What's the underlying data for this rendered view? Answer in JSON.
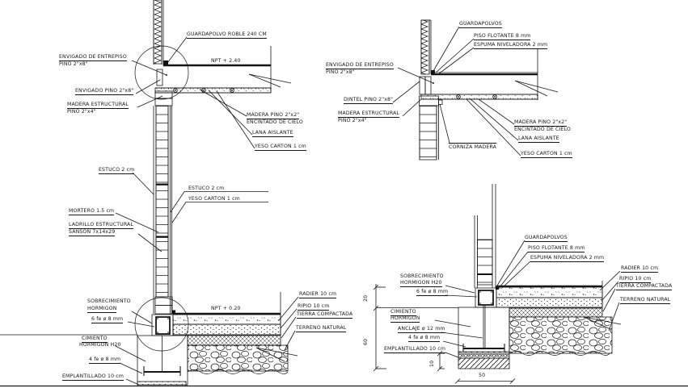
{
  "drawing": {
    "type": "architectural construction details - timber/brick wall, floor and foundation sections",
    "background": "#ffffff",
    "line_color": "#161616"
  },
  "details": {
    "top_left": {
      "labels": {
        "guardapolvo_roble": "GUARDAPOLVO ROBLE 240 CM",
        "envigado_entrepiso_1": "ENVIGADO DE ENTREPISO",
        "envigado_entrepiso_2": "PINO 2\"x8\"",
        "npt": "NPT + 2.40",
        "envigado_pino": "ENVIGADO PINO 2\"x8\"",
        "madera_estructural_1": "MADERA ESTRUCTURAL",
        "madera_estructural_2": "PINO 2\"x4\"",
        "madera_pino_1": "MADERA PINO 2\"x2\"",
        "madera_pino_2": "ENCINTADO DE CIELO",
        "lana_aislante": "LANA AISLANTE",
        "yeso_carton": "YESO CARTON 1 cm",
        "estuco_izq": "ESTUCO 2 cm",
        "estuco_der": "ESTUCO 2 cm",
        "yeso_carton_der": "YESO CARTON 1 cm",
        "mortero": "MORTERO 1.5 cm",
        "ladrillo_1": "LADRILLO ESTRUCTURAL",
        "ladrillo_2": "SANSON 7x14x29"
      }
    },
    "top_right": {
      "labels": {
        "guardapolvos": "GUARDAPOLVOS",
        "piso_flotante": "PISO FLOTANTE 8 mm",
        "espuma": "ESPUMA NIVELADORA 2 mm",
        "envigado_entrepiso_1": "ENVIGADO DE ENTREPISO",
        "envigado_entrepiso_2": "PINO 2\"x8\"",
        "dintel": "DINTEL PINO 2\"x8\"",
        "madera_estructural_1": "MADERA ESTRUCTURAL",
        "madera_estructural_2": "PINO 2\"x4\"",
        "corniza": "CORNIZA MADERA",
        "madera_pino_1": "MADERA PINO 2\"x2\"",
        "madera_pino_2": "ENCINTADO DE CIELO",
        "lana_aislante": "LANA AISLANTE",
        "yeso_carton": "YESO CARTON 1 cm"
      }
    },
    "bottom_left": {
      "labels": {
        "sobrecimiento_1": "SOBRECIMIENTO",
        "sobrecimiento_2": "HORMIGON",
        "fe6": "6 fe ø 8 mm",
        "npt": "NPT + 0.20",
        "radier": "RADIER 10 cm",
        "ripio": "RIPIO 10 cm",
        "tierra": "TIERRA COMPACTADA",
        "terreno": "TERRENO NATURAL",
        "cimiento_1": "CIMIENTO",
        "cimiento_2": "HORMIGON H20",
        "fe4": "4 fe ø 8 mm",
        "emplantillado": "EMPLANTILLADO 10 cm"
      }
    },
    "bottom_right": {
      "labels": {
        "guardapolvos": "GUARDAPOLVOS",
        "piso_flotante": "PISO FLOTANTE 8 mm",
        "espuma": "ESPUMA NIVELADORA 2 mm",
        "sobrecimiento_1": "SOBRECIMIENTO",
        "sobrecimiento_2": "HORMIGON H20",
        "fe6": "6 fe ø 8 mm",
        "radier": "RADIER 10 cm",
        "ripio": "RIPIO 10 cm",
        "tierra": "TIERRA COMPACTADA",
        "terreno": "TERRENO NATURAL",
        "cimiento_1": "CIMIENTO",
        "cimiento_2": "HORMIGON",
        "anclaje": "ANCLAJE ø 12 mm",
        "fe4": "4 fe ø 8 mm",
        "emplantillado": "EMPLANTILLADO 10 cm"
      },
      "dimensions": {
        "d20": "20",
        "d60": "60",
        "d10": "10",
        "d50": "50"
      }
    }
  }
}
